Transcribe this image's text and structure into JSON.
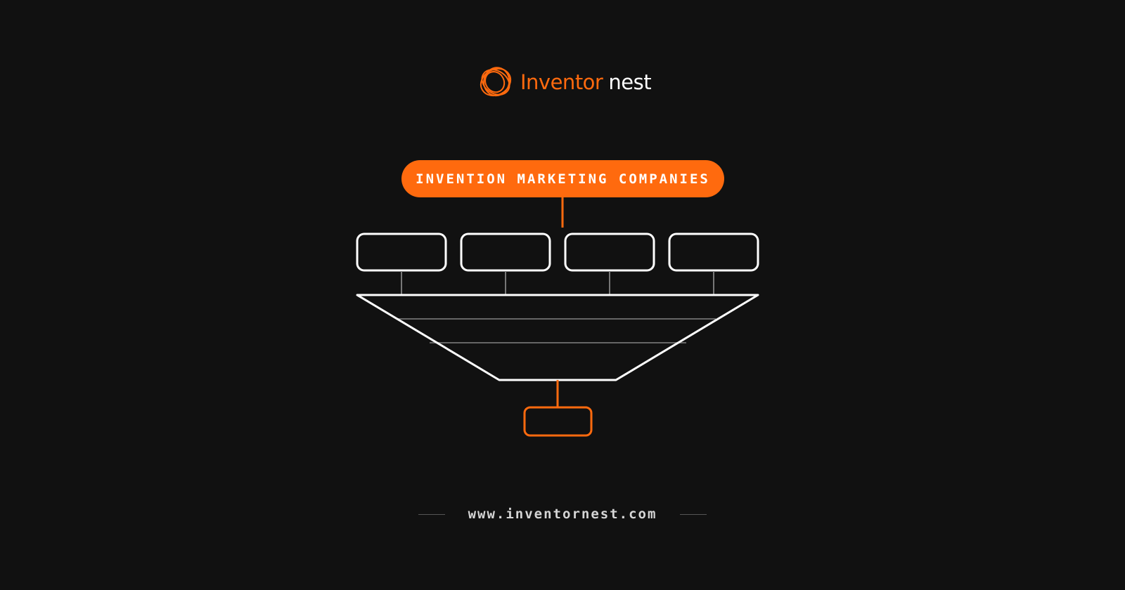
{
  "brand": {
    "name_part1": "Inventor",
    "name_part2": "nest",
    "icon": "orbit-logo-icon",
    "accent_color": "#ff6a0e"
  },
  "diagram": {
    "title": "INVENTION MARKETING COMPANIES",
    "input_boxes": [
      "",
      "",
      "",
      ""
    ],
    "funnel_levels": 3,
    "output_box": ""
  },
  "footer": {
    "url": "www.inventornest.com"
  },
  "colors": {
    "background": "#111111",
    "accent": "#ff6a0e",
    "outline": "#ffffff",
    "connector": "#777777"
  }
}
